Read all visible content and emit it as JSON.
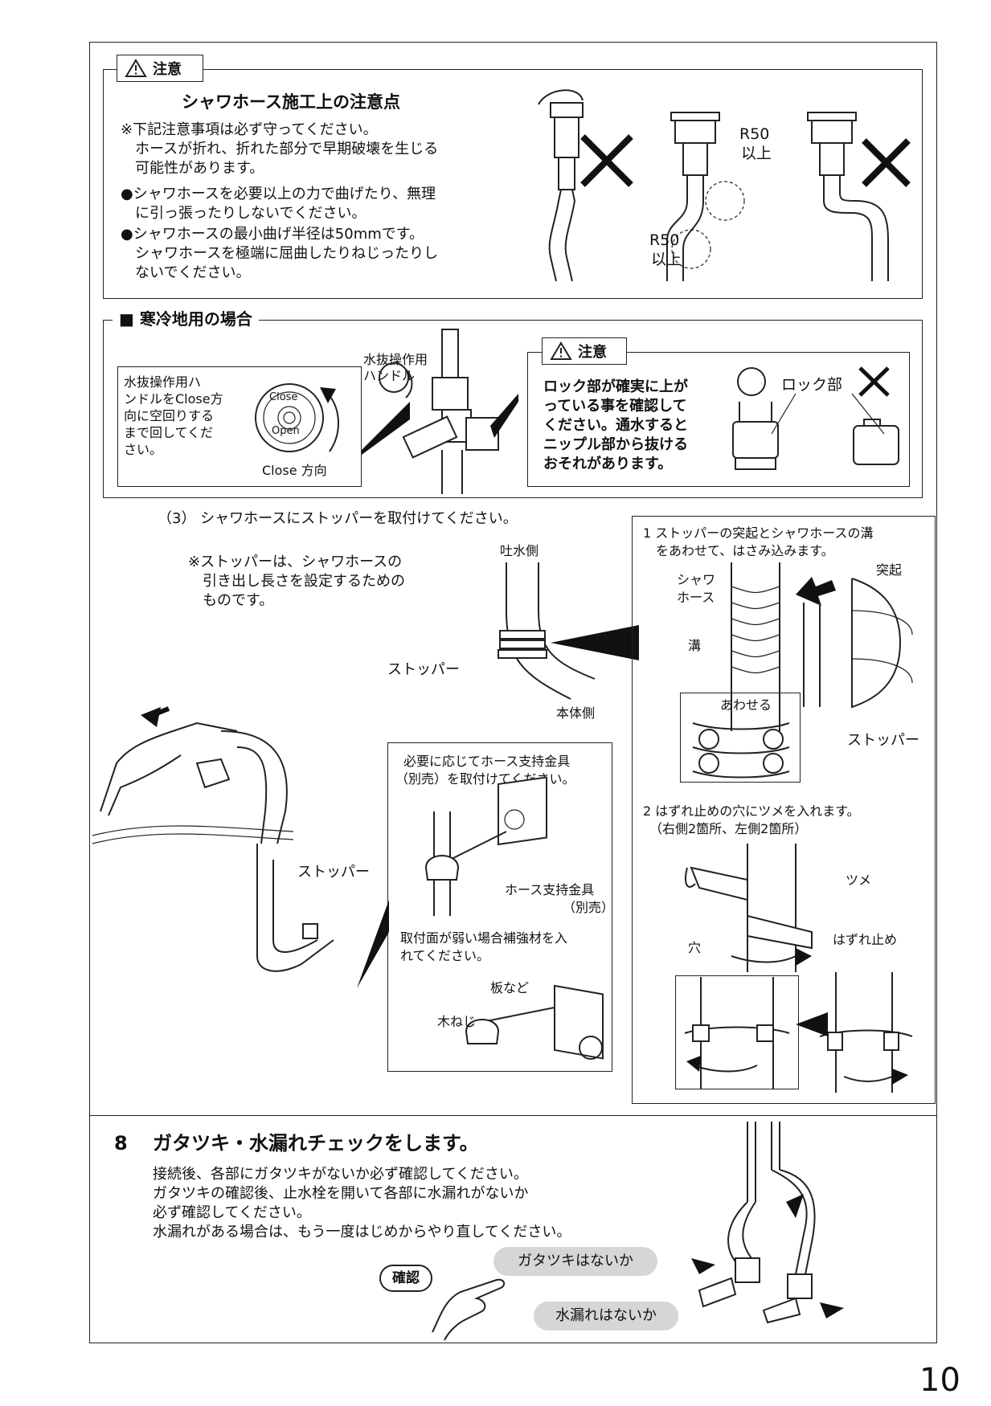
{
  "caution": {
    "label": "注意",
    "title": "シャワホース施工上の注意点",
    "lines": [
      "※下記注意事項は必ず守ってください。",
      "　ホースが折れ、折れた部分で早期破壊を生じる",
      "　可能性があります。",
      "●シャワホースを必要以上の力で曲げたり、無理",
      "　に引っ張ったりしないでください。",
      "●シャワホースの最小曲げ半径は50mmです。",
      "　シャワホースを極端に屈曲したりねじったりし",
      "　ないでください。"
    ],
    "r50_top": [
      "R50",
      "以上"
    ],
    "r50_bottom": [
      "R50",
      "以上"
    ]
  },
  "cold": {
    "title": "■ 寒冷地用の場合",
    "handle_text": [
      "水抜操作用ハ",
      "ンドルをClose方",
      "向に空回りする",
      "まで回してくだ",
      "さい。"
    ],
    "close_direction": "Close 方向",
    "knob_close": "Close",
    "knob_open": "Open",
    "handle_label": [
      "水抜操作用",
      "ハンドル"
    ],
    "caution_label": "注意",
    "caution_text": [
      "ロック部が確実に上が",
      "っている事を確認して",
      "ください。通水すると",
      "ニップル部から抜ける",
      "おそれがあります。"
    ],
    "lock_label": "ロック部"
  },
  "step3": {
    "title": "（3） シャワホースにストッパーを取付けてください。",
    "note": [
      "※ストッパーは、シャワホースの",
      "　引き出し長さを設定するための",
      "　ものです。"
    ],
    "spout_side": "吐水側",
    "stopper": "ストッパー",
    "body_side": "本体側",
    "stopper2": "ストッパー",
    "support_text": [
      "必要に応じてホース支持金具",
      "（別売）を取付けてください。"
    ],
    "support_label": [
      "ホース支持金具",
      "（別売）"
    ],
    "weak_text": [
      "取付面が弱い場合補強材を入",
      "れてください。"
    ],
    "plate": "板など",
    "screw": "木ねじ",
    "right1": [
      "1 ストッパーの突起とシャワホースの溝",
      "　をあわせて、はさみ込みます。"
    ],
    "shower_hose": [
      "シャワ",
      "ホース"
    ],
    "protrusion": "突起",
    "groove": "溝",
    "align": "あわせる",
    "stopper3": "ストッパー",
    "right2": [
      "2 はずれ止めの穴にツメを入れます。",
      "　（右側2箇所、左側2箇所）"
    ],
    "claw": "ツメ",
    "hole": "穴",
    "retainer": "はずれ止め"
  },
  "step8": {
    "number": "8",
    "title": "ガタツキ・水漏れチェックをします。",
    "lines": [
      "接続後、各部にガタツキがないか必ず確認してください。",
      "ガタツキの確認後、止水栓を開いて各部に水漏れがないか",
      "必ず確認してください。",
      "水漏れがある場合は、もう一度はじめからやり直してください。"
    ],
    "confirm": "確認",
    "check1": "ガタツキはないか",
    "check2": "水漏れはないか"
  },
  "page_number": "10"
}
